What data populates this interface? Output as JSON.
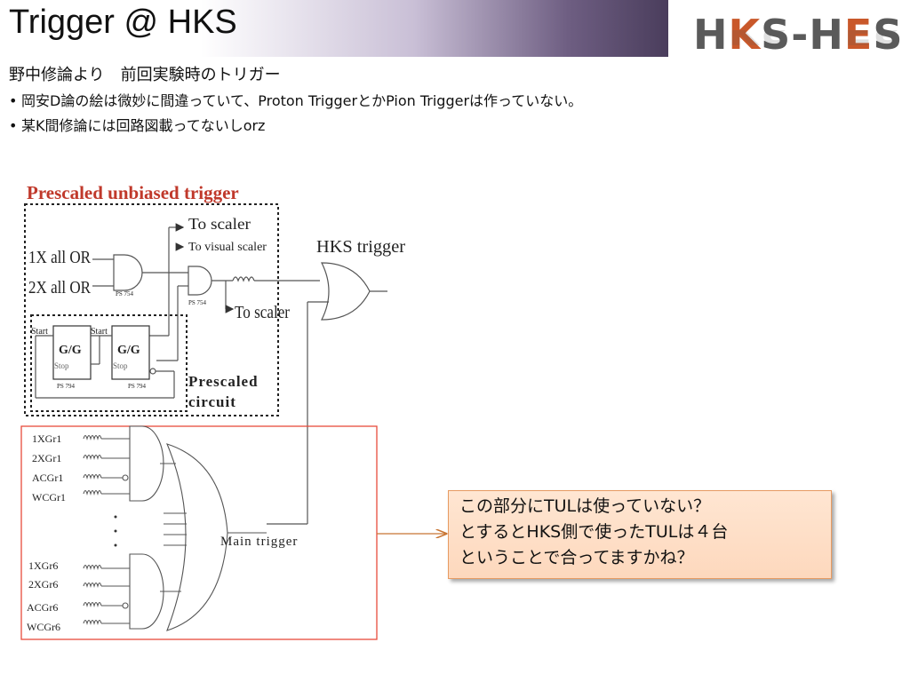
{
  "slide": {
    "title": "Trigger @ HKS",
    "logo": {
      "part1": "H",
      "part2": "K",
      "part3": "S-H",
      "part4": "E",
      "part5": "S"
    },
    "heading": "野中修論より　前回実験時のトリガー",
    "bullets": [
      "岡安D論の絵は微妙に間違っていて、Proton TriggerとかPion Triggerは作っていない。",
      "某K間修論には回路図載ってないしorz"
    ],
    "bullet_marker": "•"
  },
  "diagram": {
    "prescaled_title": "Prescaled unbiased trigger",
    "inputs": [
      "1X all OR",
      "2X all OR"
    ],
    "to_scaler_1": "To scaler",
    "to_visual_scaler": "To visual scaler",
    "to_scaler_2": "To scaler",
    "ps754_a": "PS 754",
    "ps754_b": "PS 754",
    "gg1": {
      "label": "G/G",
      "start": "Start",
      "stop": "Stop",
      "model": "PS 794"
    },
    "gg2": {
      "label": "G/G",
      "start": "Start",
      "stop": "Stop",
      "model": "PS 794"
    },
    "prescaled_circuit_1": "Prescaled",
    "prescaled_circuit_2": "circuit",
    "hks_trigger": "HKS trigger",
    "main_trigger": "Main trigger",
    "group1": [
      "1XGr1",
      "2XGr1",
      "ACGr1",
      "WCGr1"
    ],
    "group6": [
      "1XGr6",
      "2XGr6",
      "ACGr6",
      "WCGr6"
    ],
    "colors": {
      "prescaled_title": "#c0392b",
      "red_box": "#e74c3c",
      "arrow": "#c87533",
      "wire": "#555555"
    }
  },
  "callout": {
    "lines": [
      "この部分にTULは使っていない？",
      "とするとHKS側で使ったTULは４台",
      "ということで合ってますかね？"
    ]
  }
}
